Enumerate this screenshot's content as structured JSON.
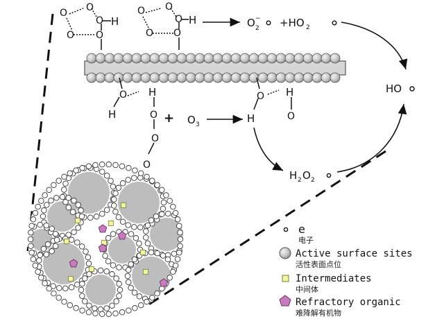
{
  "top_left_molecule": {
    "h": "H",
    "o": "O"
  },
  "top_mid_molecule": {
    "h": "H",
    "o": "O"
  },
  "products_top": {
    "superoxide": "O",
    "superoxide_sup": "−",
    "plus_ho2_prefix": "+HO",
    "ho2_sub": "2"
  },
  "hydroxyl_radical": "HO",
  "lower_left_molecule": {
    "h": "H",
    "o": "O",
    "plus": "+"
  },
  "ozone": {
    "prefix": "O",
    "sub": "3"
  },
  "lower_right_molecule": {
    "h": "H",
    "o": "O"
  },
  "h2o2": {
    "h": "H",
    "sub1": "2",
    "o": "O",
    "sub2": "2"
  },
  "legend": {
    "electron": {
      "symbol": "e",
      "cn": "电子"
    },
    "active_sites": {
      "en": "Active surface sites",
      "cn": "活性表面点位"
    },
    "intermediates": {
      "en": "Intermediates",
      "cn": "中间体"
    },
    "refractory": {
      "en": "Refractory organic",
      "cn": "难降解有机物"
    }
  },
  "colors": {
    "sphere_fill": "#c9c9c9",
    "sphere_stroke": "#555555",
    "gray_region": "#bdbdbd",
    "intermediate": "#f1f5a6",
    "intermediate_stroke": "#7a7f2a",
    "refractory": "#c97bbf",
    "refractory_stroke": "#6b2f63"
  }
}
